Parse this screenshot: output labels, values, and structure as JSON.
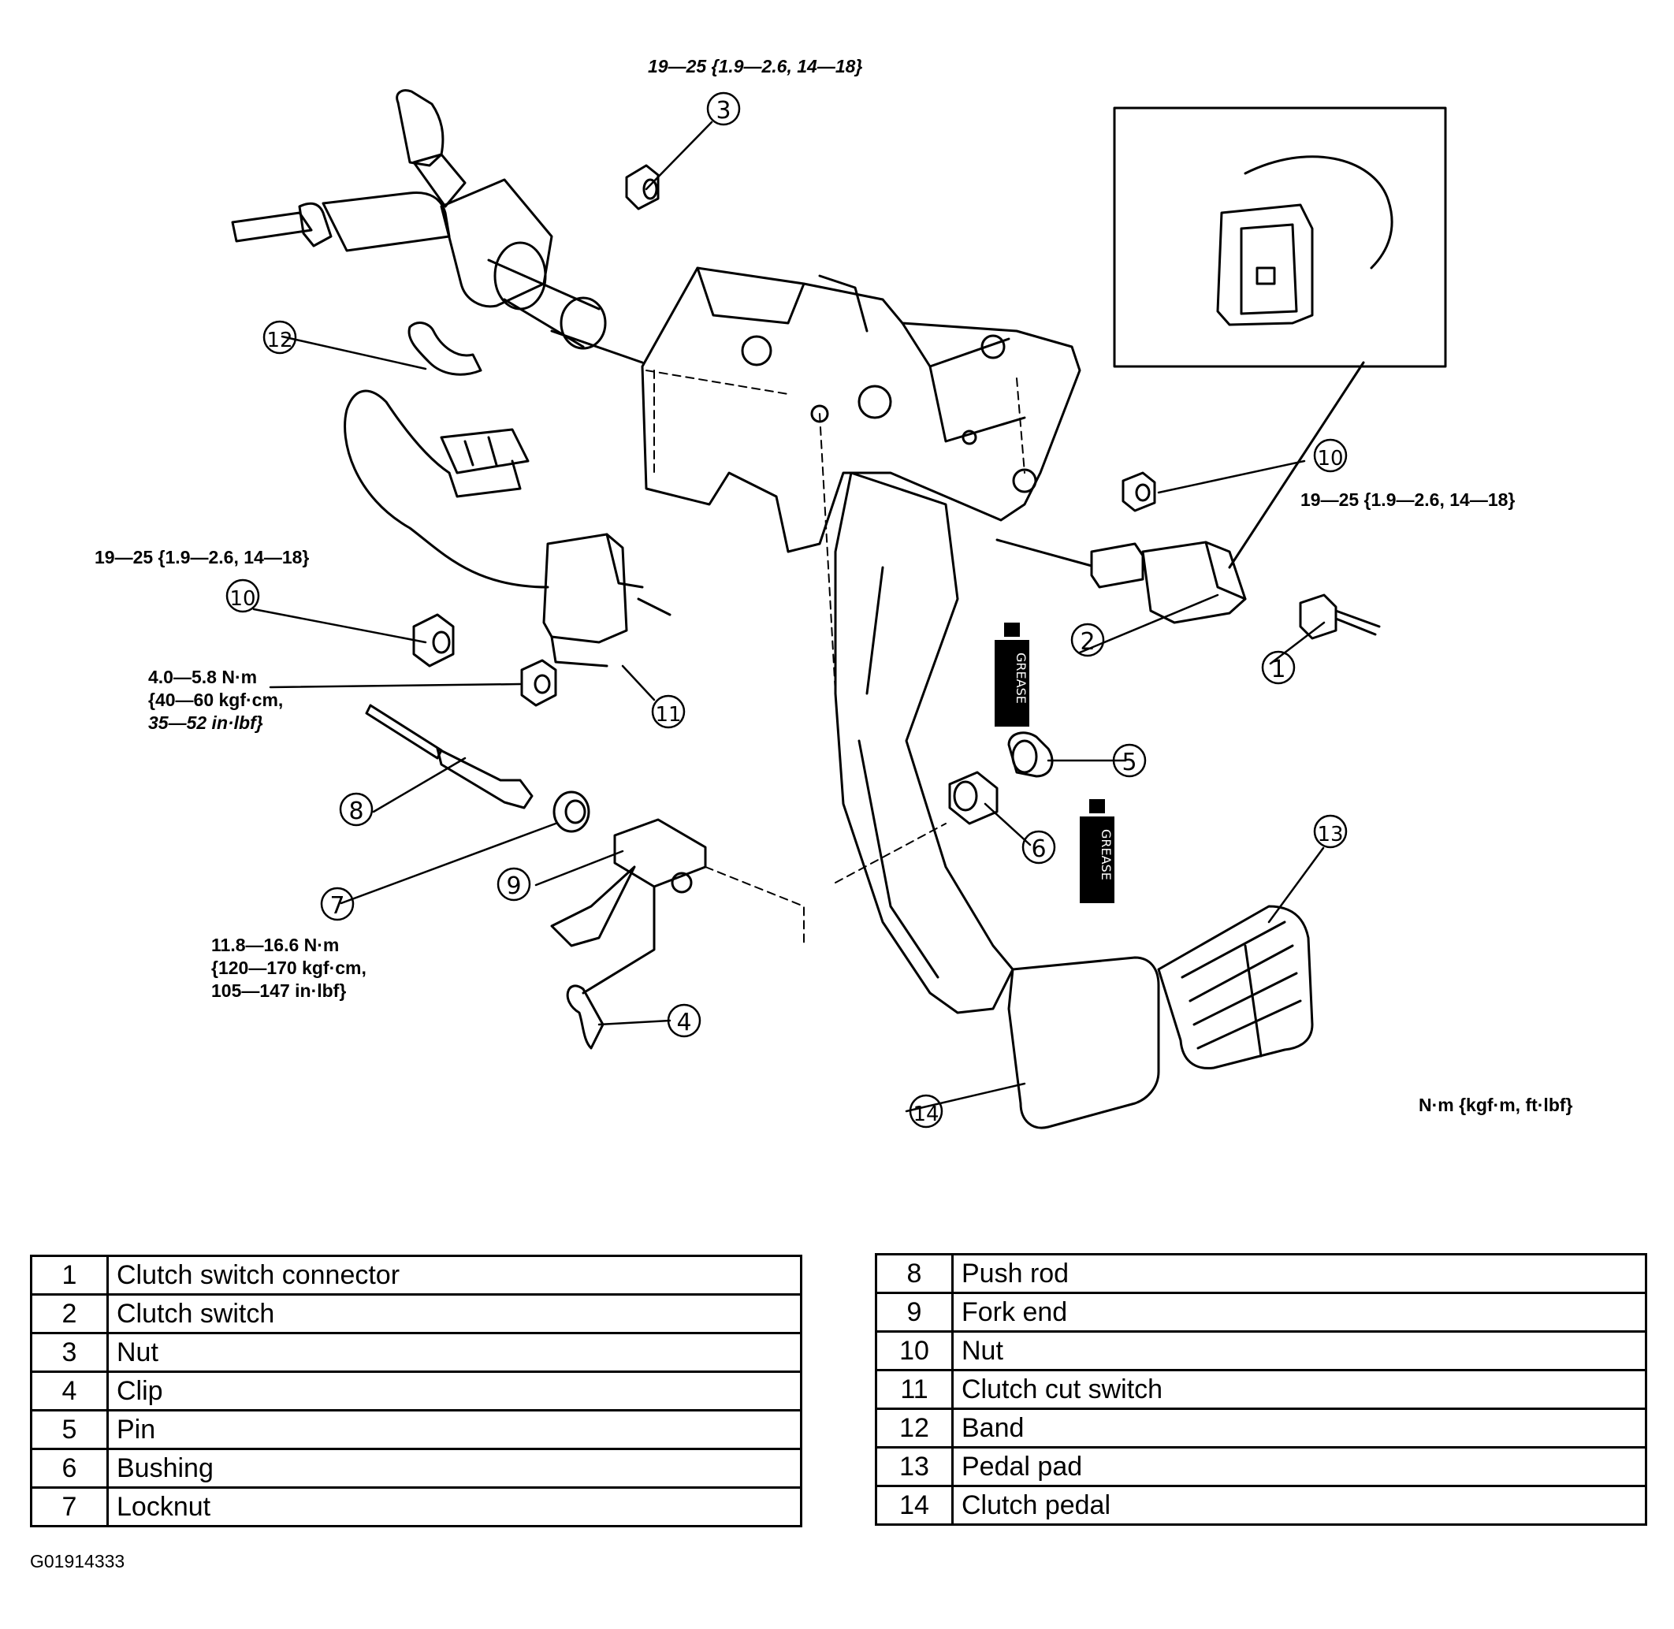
{
  "torque_specs": {
    "top_nut": "19—25 {1.9—2.6, 14—18}",
    "right_nut": "19—25 {1.9—2.6, 14—18}",
    "left_nut": "19—25 {1.9—2.6, 14—18}",
    "cut_switch_nut": [
      "4.0—5.8 N·m",
      "{40—60 kgf·cm,",
      "35—52 in·lbf}"
    ],
    "locknut": [
      "11.8—16.6 N·m",
      "{120—170 kgf·cm,",
      "105—147 in·lbf}"
    ],
    "units": "N·m {kgf·m, ft·lbf}"
  },
  "callouts": [
    {
      "number": "1",
      "name": "Clutch switch connector"
    },
    {
      "number": "2",
      "name": "Clutch switch"
    },
    {
      "number": "3",
      "name": "Nut"
    },
    {
      "number": "4",
      "name": "Clip"
    },
    {
      "number": "5",
      "name": "Pin"
    },
    {
      "number": "6",
      "name": "Bushing"
    },
    {
      "number": "7",
      "name": "Locknut"
    },
    {
      "number": "8",
      "name": "Push rod"
    },
    {
      "number": "9",
      "name": "Fork end"
    },
    {
      "number": "10",
      "name": "Nut"
    },
    {
      "number": "11",
      "name": "Clutch cut switch"
    },
    {
      "number": "12",
      "name": "Band"
    },
    {
      "number": "13",
      "name": "Pedal pad"
    },
    {
      "number": "14",
      "name": "Clutch pedal"
    }
  ],
  "grease_label": "GREASE",
  "legend": {
    "left": [
      {
        "num": "1",
        "label": "Clutch switch connector"
      },
      {
        "num": "2",
        "label": "Clutch switch"
      },
      {
        "num": "3",
        "label": "Nut"
      },
      {
        "num": "4",
        "label": "Clip"
      },
      {
        "num": "5",
        "label": "Pin"
      },
      {
        "num": "6",
        "label": "Bushing"
      },
      {
        "num": "7",
        "label": "Locknut"
      }
    ],
    "right": [
      {
        "num": "8",
        "label": "Push rod"
      },
      {
        "num": "9",
        "label": "Fork end"
      },
      {
        "num": "10",
        "label": "Nut"
      },
      {
        "num": "11",
        "label": "Clutch cut switch"
      },
      {
        "num": "12",
        "label": "Band"
      },
      {
        "num": "13",
        "label": "Pedal pad"
      },
      {
        "num": "14",
        "label": "Clutch pedal"
      }
    ]
  },
  "figure_id": "G01914333"
}
